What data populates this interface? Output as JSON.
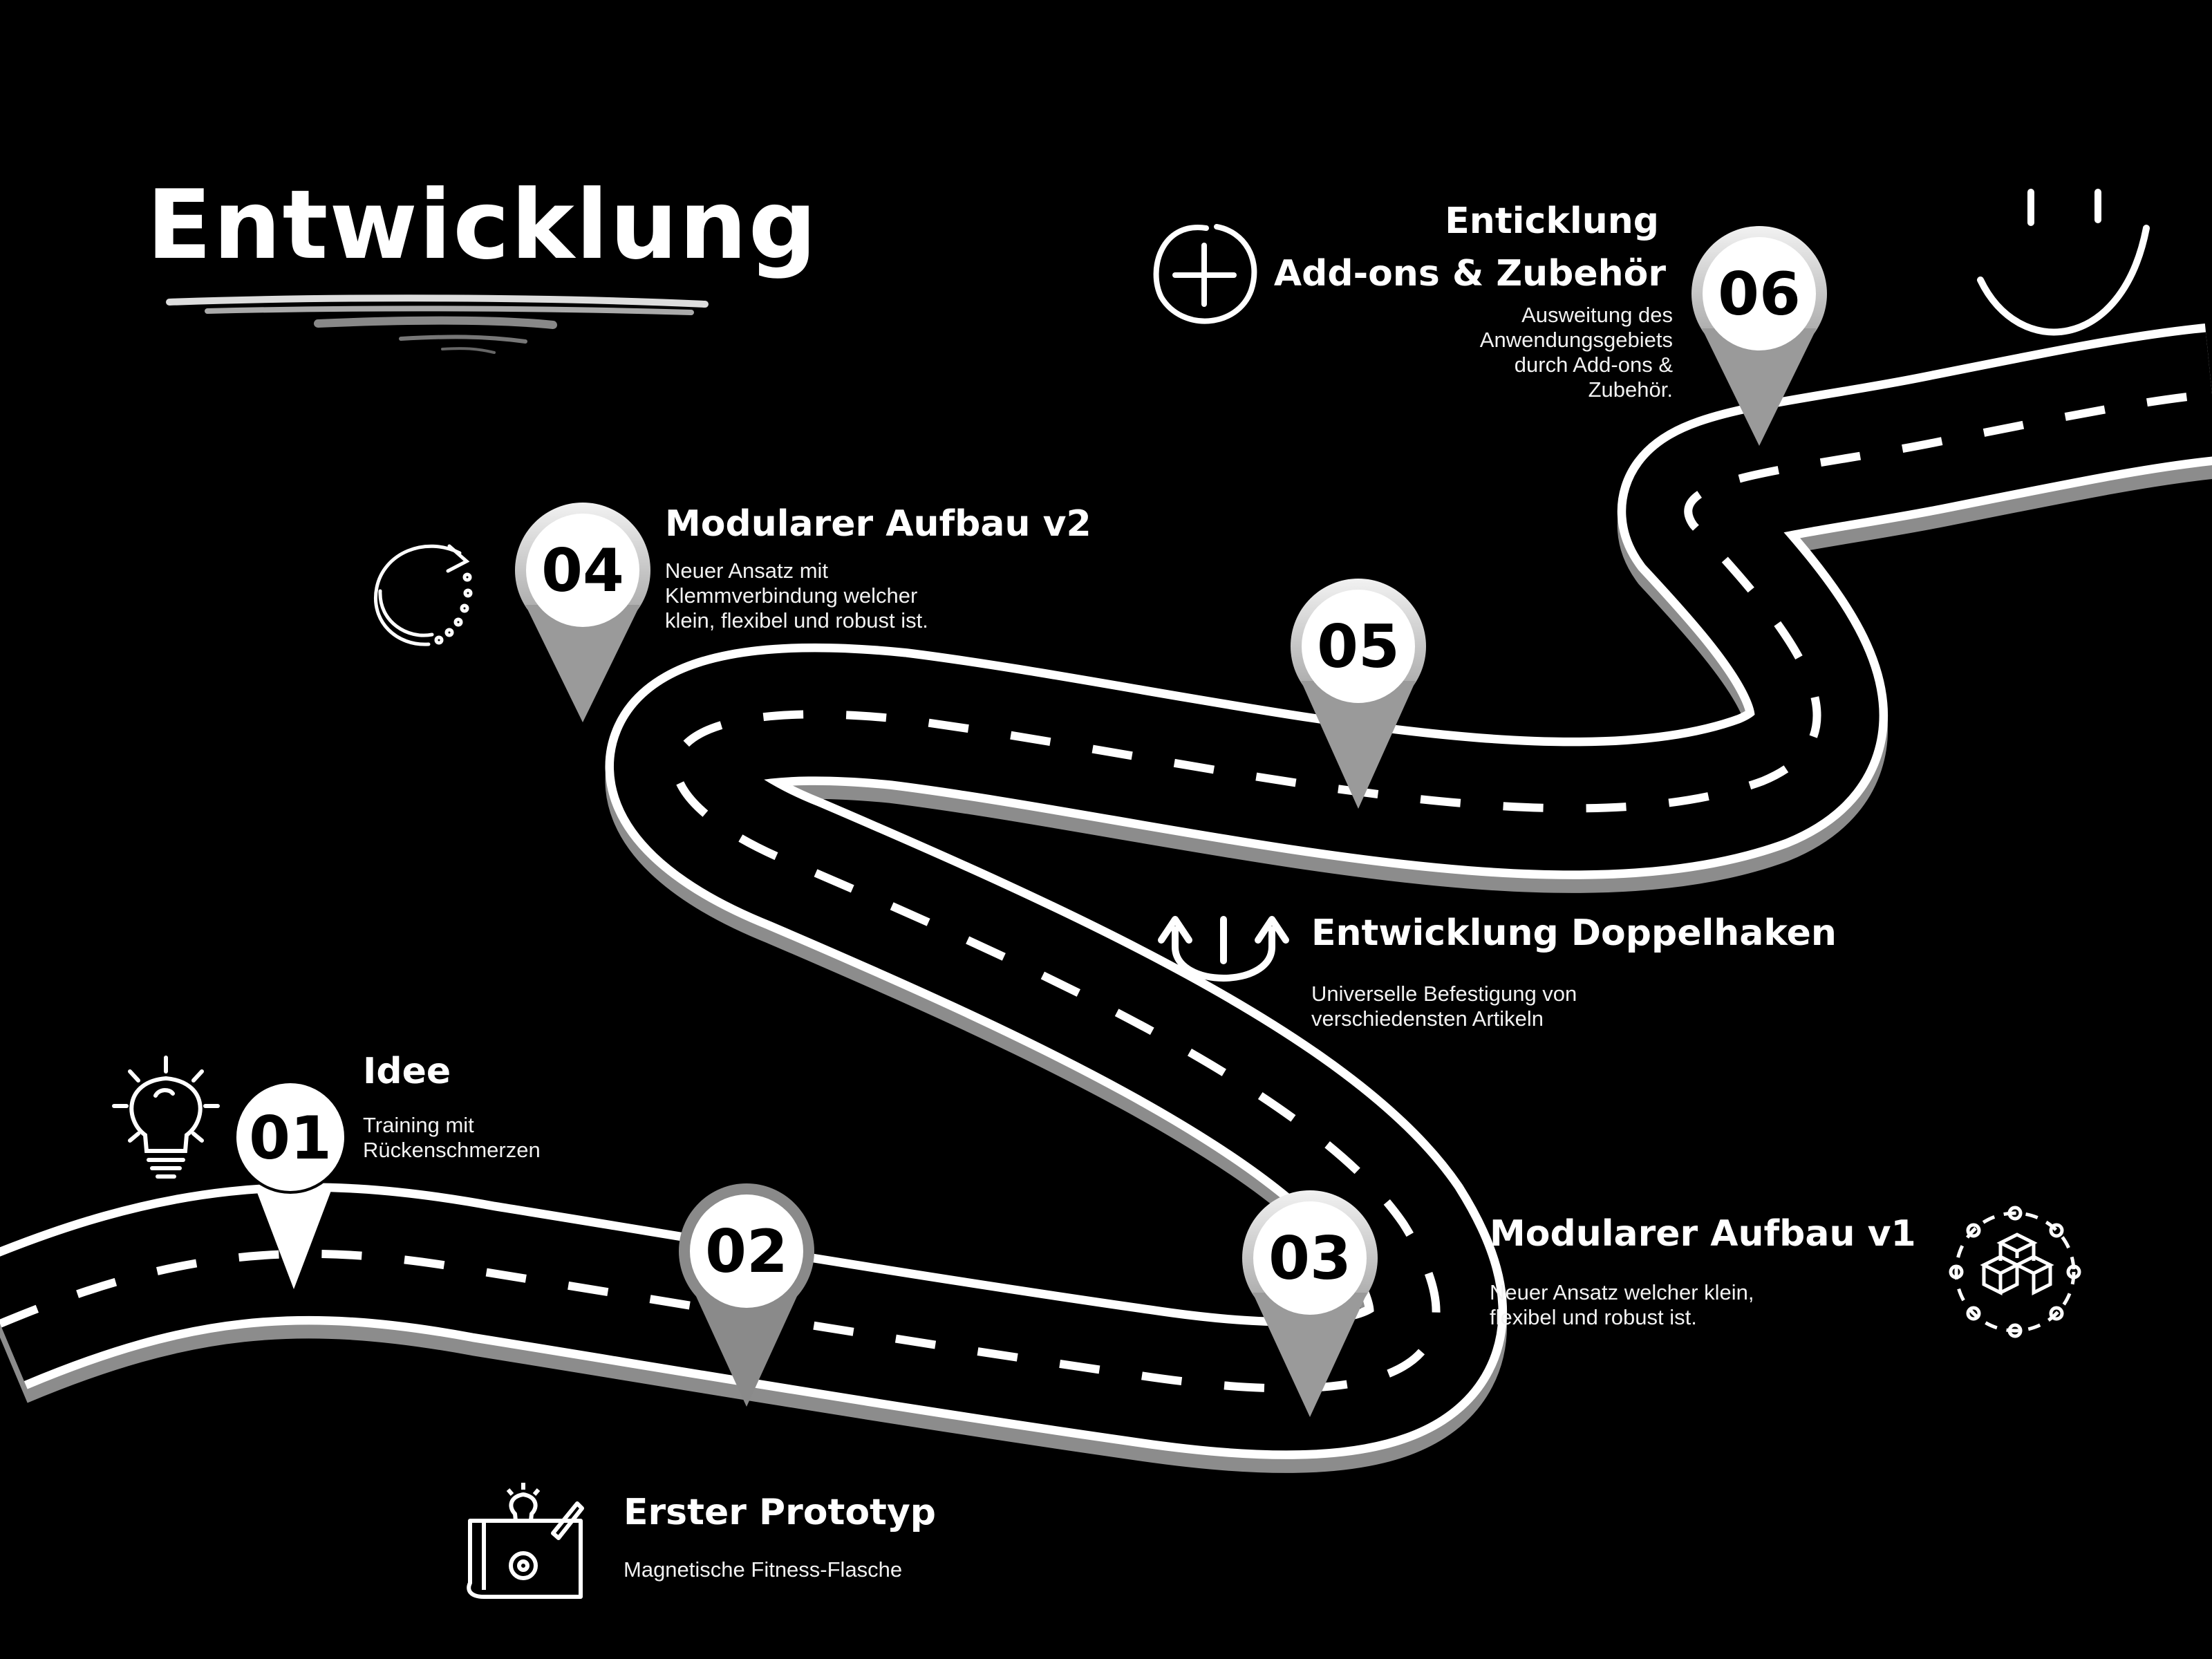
{
  "title": "Entwicklung",
  "milestones": [
    {
      "number": "01",
      "title": "Idee",
      "description": [
        "Training mit",
        "Rückenschmerzen"
      ],
      "icon": "lightbulb-icon"
    },
    {
      "number": "02",
      "title": "Erster Prototyp",
      "description": [
        "Magnetische Fitness-Flasche"
      ],
      "icon": "blueprint-icon"
    },
    {
      "number": "03",
      "title": "Modularer Aufbau v1",
      "description": [
        "Neuer Ansatz welcher  klein,",
        "flexibel und robust ist."
      ],
      "icon": "modules-icon"
    },
    {
      "number": "04",
      "title": "Modularer Aufbau v2",
      "description": [
        "Neuer Ansatz mit",
        "Klemmverbindung welcher",
        "klein, flexibel und robust ist."
      ],
      "icon": "refresh-arrow-icon"
    },
    {
      "number": "05",
      "title": "Entwicklung Doppelhaken",
      "description": [
        "Universelle Befestigung von",
        "verschiedensten Artikeln"
      ],
      "icon": "double-hook-icon"
    },
    {
      "number": "06",
      "title": [
        "Enticklung",
        "Add-ons & Zubehör"
      ],
      "description": [
        "Ausweitung des",
        "Anwendungsgebiets",
        "durch Add-ons &",
        "Zubehör."
      ],
      "icon": "plus-circle-icon"
    }
  ],
  "decor": {
    "top_right": "smiley-icon",
    "under_title": "brush-stroke"
  },
  "colors": {
    "background": "#000000",
    "road": "#000000",
    "road_edge": "#ffffff",
    "dash": "#ffffff",
    "pin_light": "#d9d9d9",
    "pin_dark": "#8a8a8a"
  }
}
